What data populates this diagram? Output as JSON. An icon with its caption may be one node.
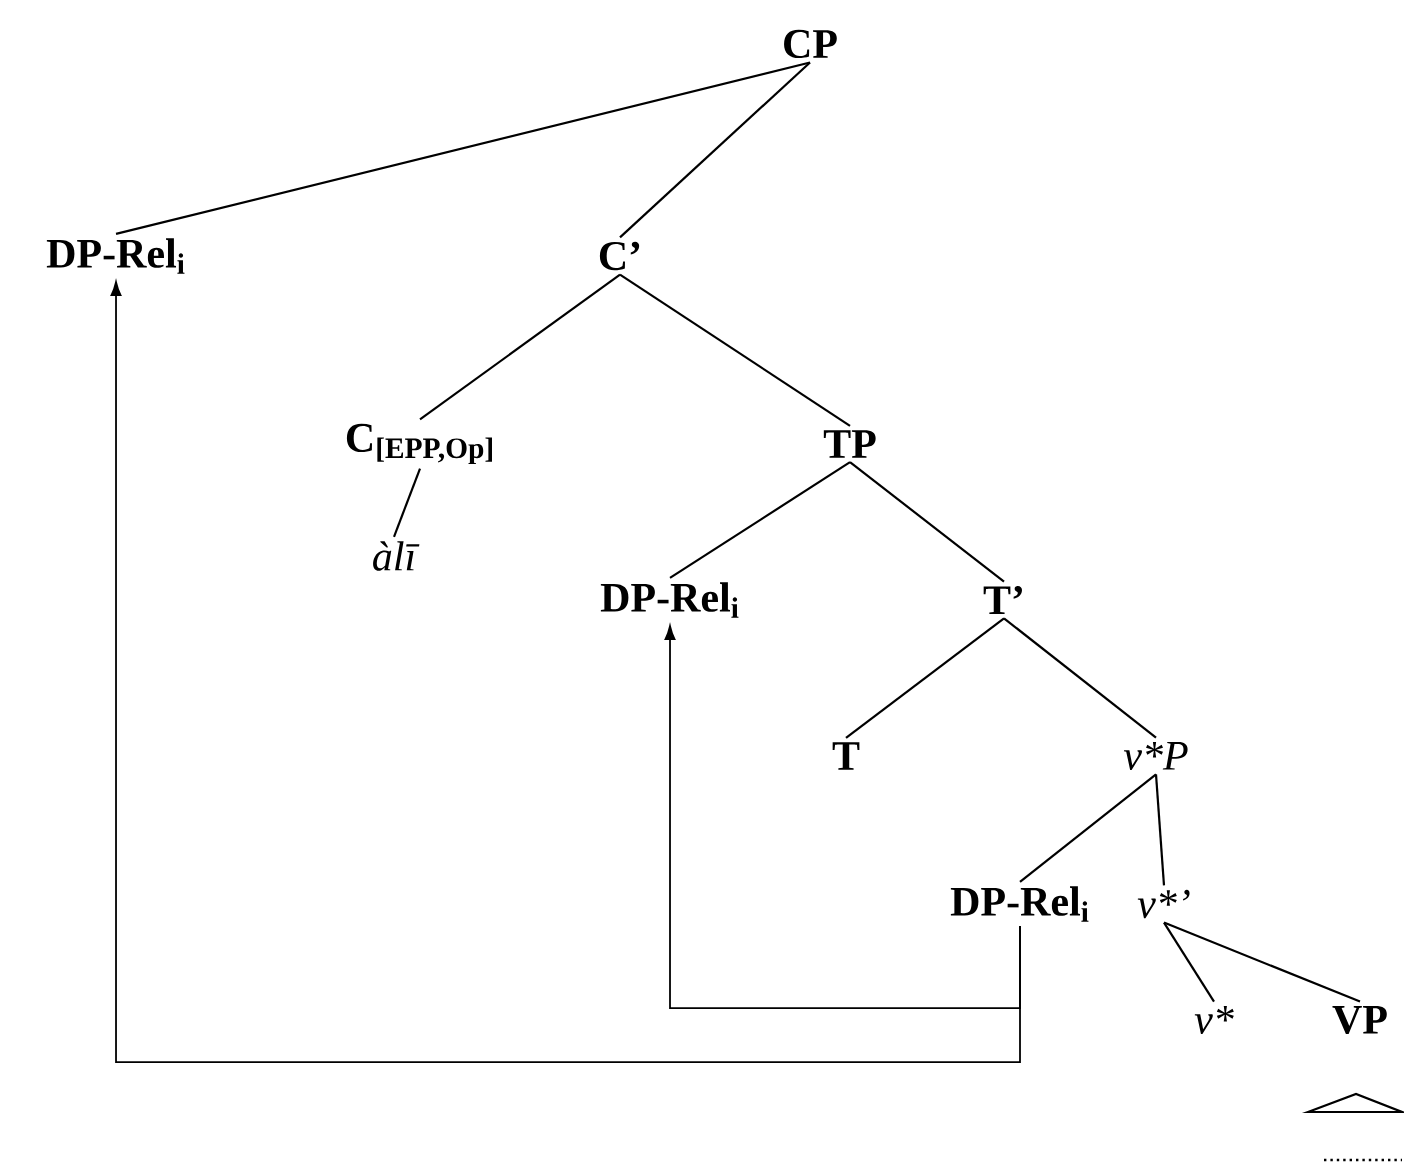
{
  "diagram": {
    "nodes": [
      {
        "text": [
          "CP"
        ]
      },
      {
        "text": [
          "DP-Rel$_{i}$"
        ]
      },
      {
        "text": [
          "C’"
        ]
      },
      {
        "text": [
          "C$_{[EPP,Op]}$"
        ]
      },
      {
        "text": [
          "àlī"
        ]
      },
      {
        "text": [
          "TP"
        ]
      },
      {
        "text": [
          "DP-Rel$_{i}$"
        ]
      },
      {
        "text": [
          "T’"
        ]
      },
      {
        "text": [
          "T"
        ]
      },
      {
        "text": [
          "v*P"
        ]
      },
      {
        "text": [
          "DP-Rel$_{i}$"
        ]
      },
      {
        "text": [
          "v*’"
        ]
      },
      {
        "text": [
          "v*"
        ]
      },
      {
        "text": [
          "VP"
        ]
      }
    ],
    "edges": [
      {
        "from": 0,
        "to": 1,
        "arrow": "none"
      },
      {
        "from": 0,
        "to": 2,
        "arrow": "none"
      },
      {
        "from": 2,
        "to": 3,
        "arrow": "none"
      },
      {
        "from": 2,
        "to": 5,
        "arrow": "none"
      },
      {
        "from": 3,
        "to": 4,
        "arrow": "none"
      },
      {
        "from": 5,
        "to": 6,
        "arrow": "none"
      },
      {
        "from": 5,
        "to": 7,
        "arrow": "none"
      },
      {
        "from": 7,
        "to": 8,
        "arrow": "none"
      },
      {
        "from": 7,
        "to": 9,
        "arrow": "none"
      },
      {
        "from": 9,
        "to": 10,
        "arrow": "none"
      },
      {
        "from": 9,
        "to": 11,
        "arrow": "none"
      },
      {
        "from": 11,
        "to": 12,
        "arrow": "none"
      },
      {
        "from": 11,
        "to": 13,
        "arrow": "none"
      },
      {
        "from": 10,
        "to": 6,
        "arrow": "to"
      },
      {
        "from": 10,
        "to": 1,
        "arrow": "to"
      }
    ]
  }
}
